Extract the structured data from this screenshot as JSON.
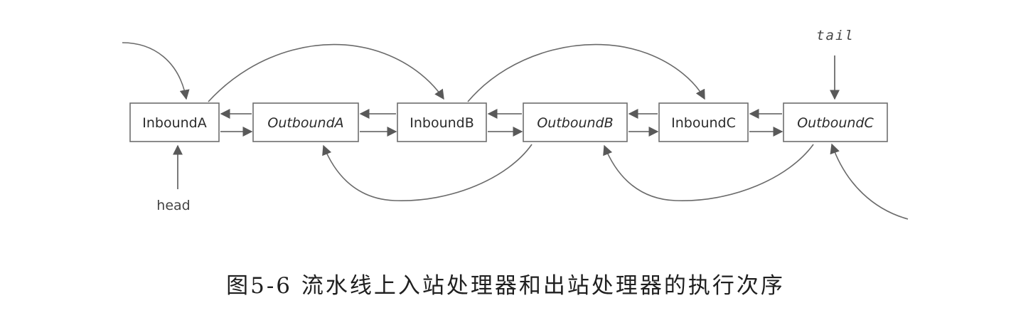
{
  "nodes": [
    {
      "id": "InboundA",
      "label": "InboundA",
      "italic": false
    },
    {
      "id": "OutboundA",
      "label": "OutboundA",
      "italic": true
    },
    {
      "id": "InboundB",
      "label": "InboundB",
      "italic": false
    },
    {
      "id": "OutboundB",
      "label": "OutboundB",
      "italic": true
    },
    {
      "id": "InboundC",
      "label": "InboundC",
      "italic": false
    },
    {
      "id": "OutboundC",
      "label": "OutboundC",
      "italic": true
    }
  ],
  "pointers": {
    "head": "head",
    "tail": "tail"
  },
  "caption": "图5-6  流水线上入站处理器和出站处理器的执行次序",
  "colors": {
    "line": "#595959",
    "box_border": "#6e6e6e",
    "text": "#2b2b2b"
  }
}
